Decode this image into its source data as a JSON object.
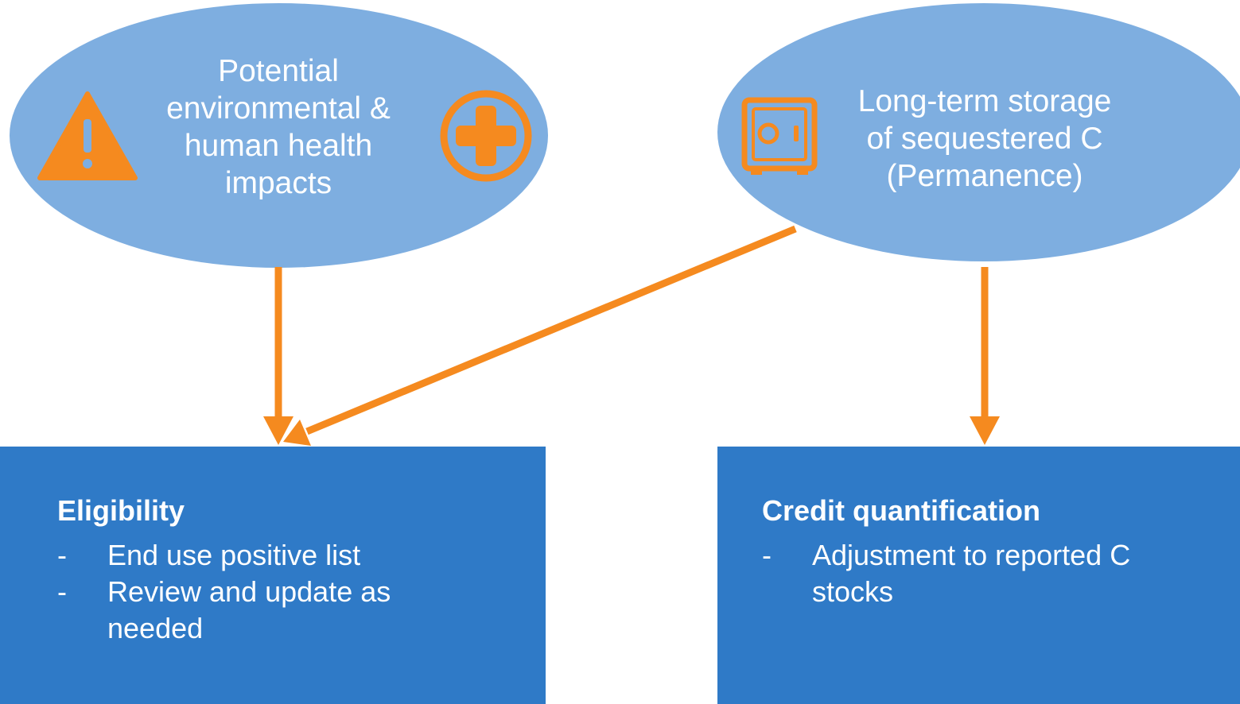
{
  "left_bubble": {
    "lines": [
      "Potential",
      "environmental &",
      "human health",
      "impacts"
    ],
    "icons": [
      "warning-icon",
      "health-plus-icon"
    ]
  },
  "right_bubble": {
    "lines": [
      "Long-term storage",
      "of sequestered C",
      "(Permanence)"
    ],
    "icons": [
      "safe-icon"
    ]
  },
  "eligibility_box": {
    "title": "Eligibility",
    "bullets": [
      {
        "dash": "-",
        "lines": [
          "End use positive list"
        ]
      },
      {
        "dash": "-",
        "lines": [
          "Review and update as",
          "needed"
        ]
      }
    ]
  },
  "credit_box": {
    "title": "Credit quantification",
    "bullets": [
      {
        "dash": "-",
        "lines": [
          "Adjustment to reported C",
          "stocks"
        ]
      }
    ]
  },
  "colors": {
    "bubble": "#7eaee0",
    "box": "#2f7ac7",
    "arrow": "#f58a1f",
    "text": "#ffffff"
  }
}
